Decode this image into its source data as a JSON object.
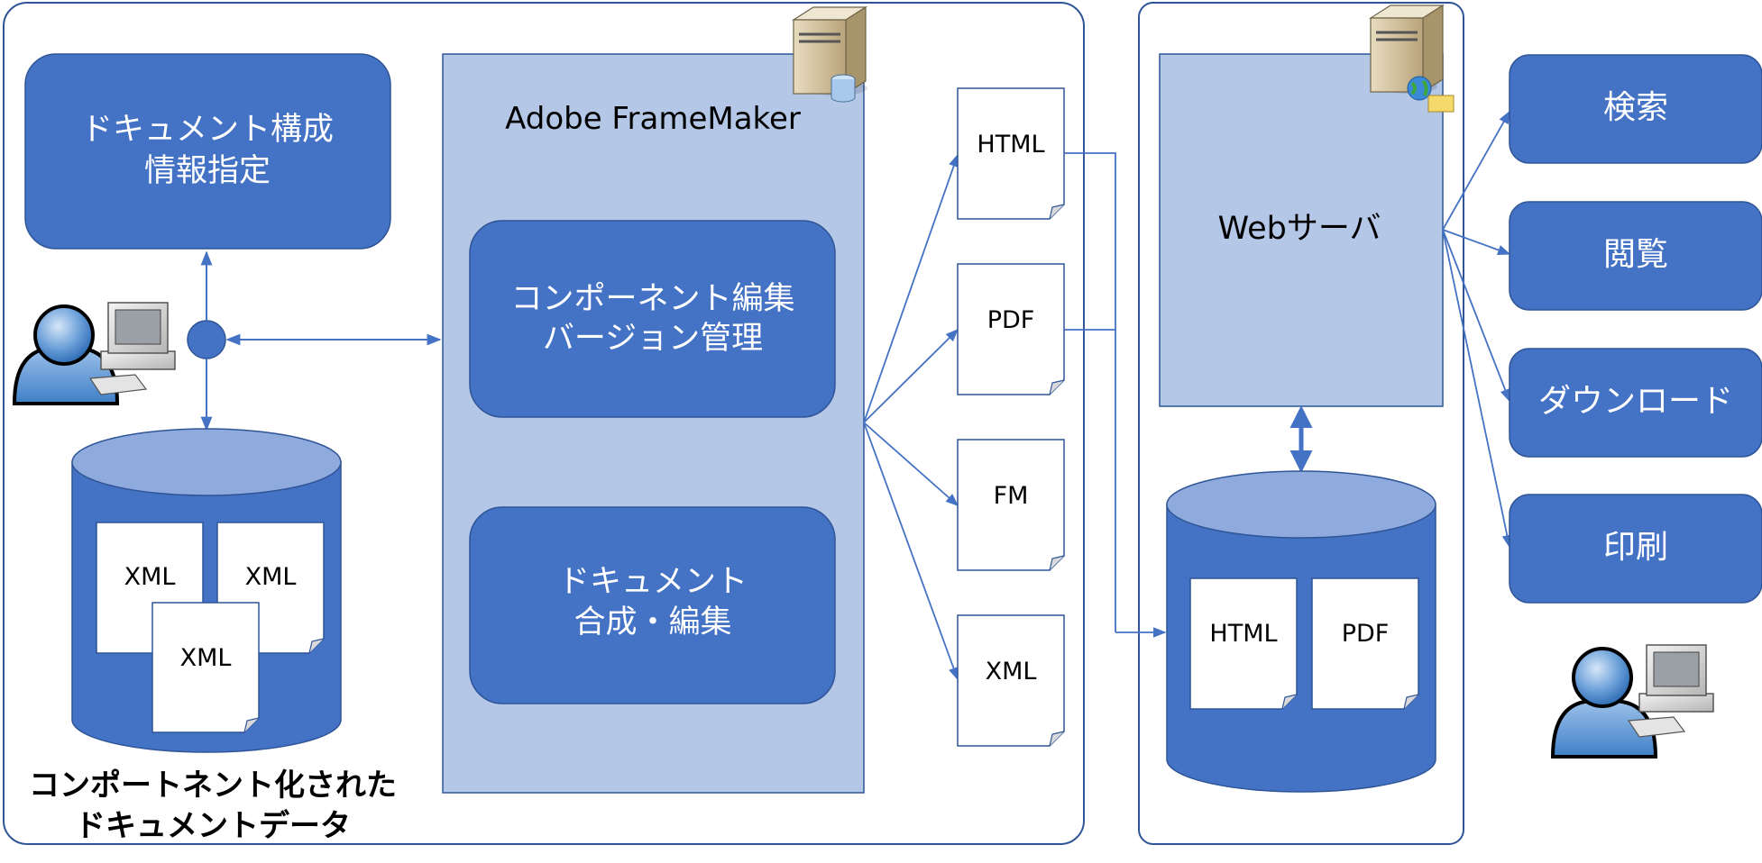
{
  "colors": {
    "frame_stroke": "#2F5597",
    "box_dark": "#4472C4",
    "box_light": "#B4C7E7",
    "cylinder_top": "#8FAADC",
    "text_light": "#FFFFFF",
    "text_dark": "#000000",
    "connector": "#4472C4"
  },
  "left_panel": {
    "doc_config_box": {
      "line1": "ドキュメント構成",
      "line2": "情報指定"
    },
    "component_db": {
      "docs": [
        "XML",
        "XML",
        "XML"
      ]
    },
    "caption": {
      "line1": "コンポートネント化された",
      "line2": "ドキュメントデータ"
    }
  },
  "framemaker": {
    "title": "Adobe FrameMaker",
    "component_edit_box": {
      "line1": "コンポーネント編集",
      "line2": "バージョン管理"
    },
    "doc_compose_box": {
      "line1": "ドキュメント",
      "line2": "合成・編集"
    }
  },
  "outputs": [
    "HTML",
    "PDF",
    "FM",
    "XML"
  ],
  "web_panel": {
    "web_server_label": "Webサーバ",
    "web_db": {
      "docs": [
        "HTML",
        "PDF"
      ]
    }
  },
  "actions": [
    "検索",
    "閲覧",
    "ダウンロード",
    "印刷"
  ],
  "icons": {
    "author_user": "user-icon",
    "author_pc": "computer-icon",
    "fm_server": "server-icon",
    "web_server": "web-server-icon",
    "reader_user": "user-icon",
    "reader_pc": "computer-icon"
  }
}
